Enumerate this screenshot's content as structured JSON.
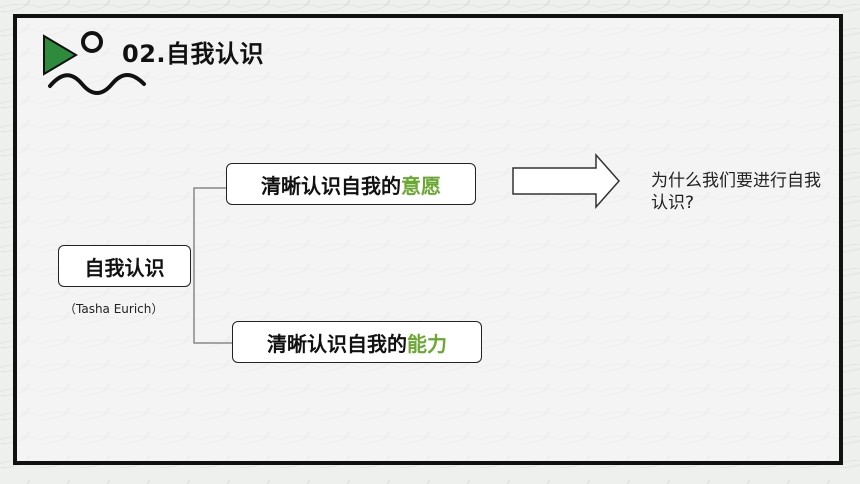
{
  "header": {
    "title": "02.自我认识"
  },
  "mindmap": {
    "root": {
      "label": "自我认识",
      "source": "（Tasha Eurich）"
    },
    "branch_top": {
      "prefix": "清晰认识自我的",
      "highlight": "意愿"
    },
    "branch_bottom": {
      "prefix": "清晰认识自我的",
      "highlight": "能力"
    },
    "question": "为什么我们要进行自我认识?"
  },
  "colors": {
    "accent_green": "#6aa832",
    "logo_green": "#2e8b3e",
    "frame": "#111111"
  },
  "icons": {
    "logo": "triangle-circle-wave-logo",
    "arrow": "right-arrow-icon"
  }
}
